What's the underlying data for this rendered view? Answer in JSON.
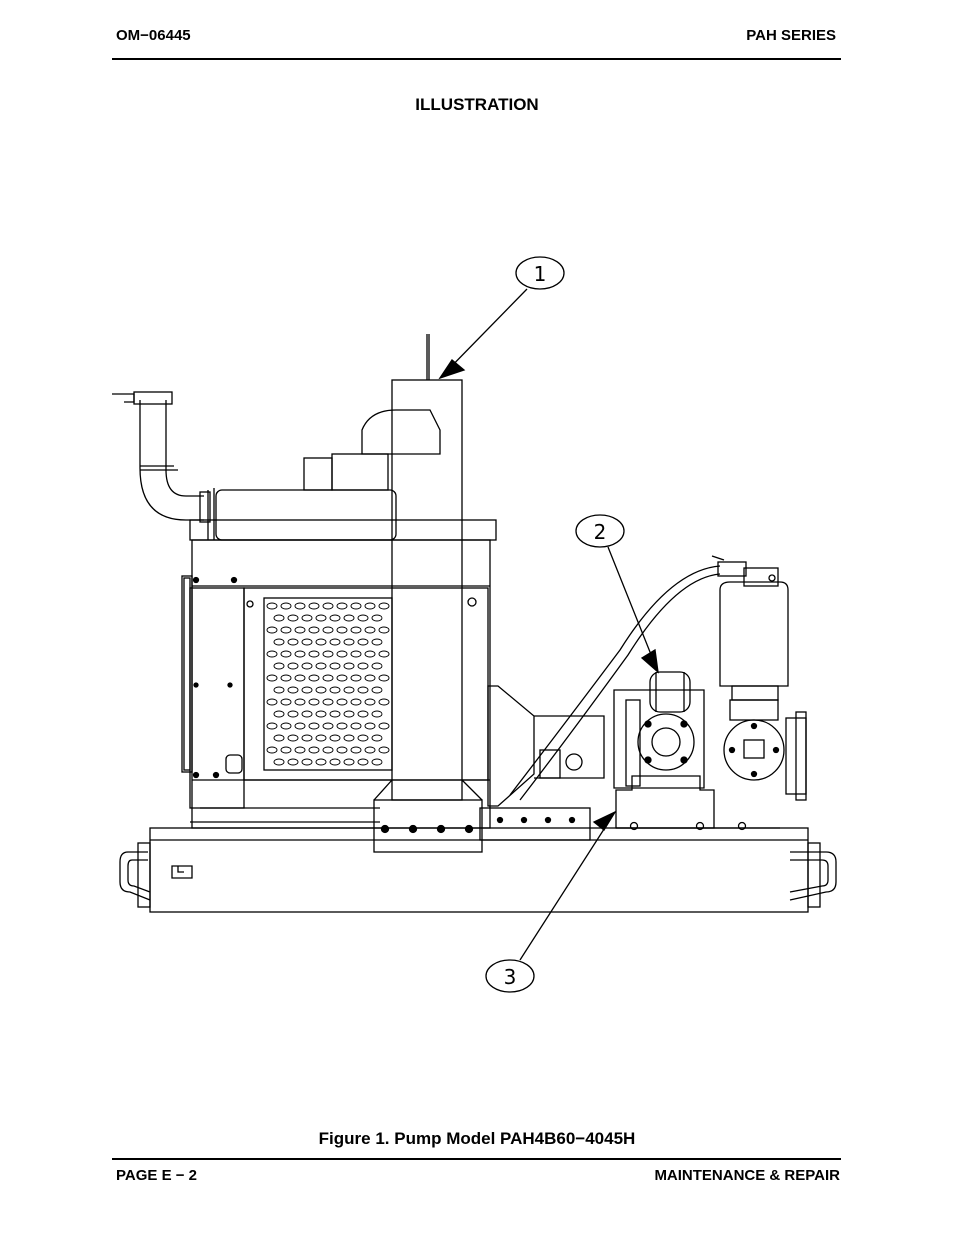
{
  "header": {
    "doc_number": "OM−06445",
    "series": "PAH SERIES"
  },
  "section_title": "ILLUSTRATION",
  "figure": {
    "caption": "Figure 1. Pump Model PAH4B60−4045H",
    "callouts": [
      "1",
      "2",
      "3"
    ]
  },
  "footer": {
    "page": "PAGE E − 2",
    "section": "MAINTENANCE & REPAIR"
  }
}
